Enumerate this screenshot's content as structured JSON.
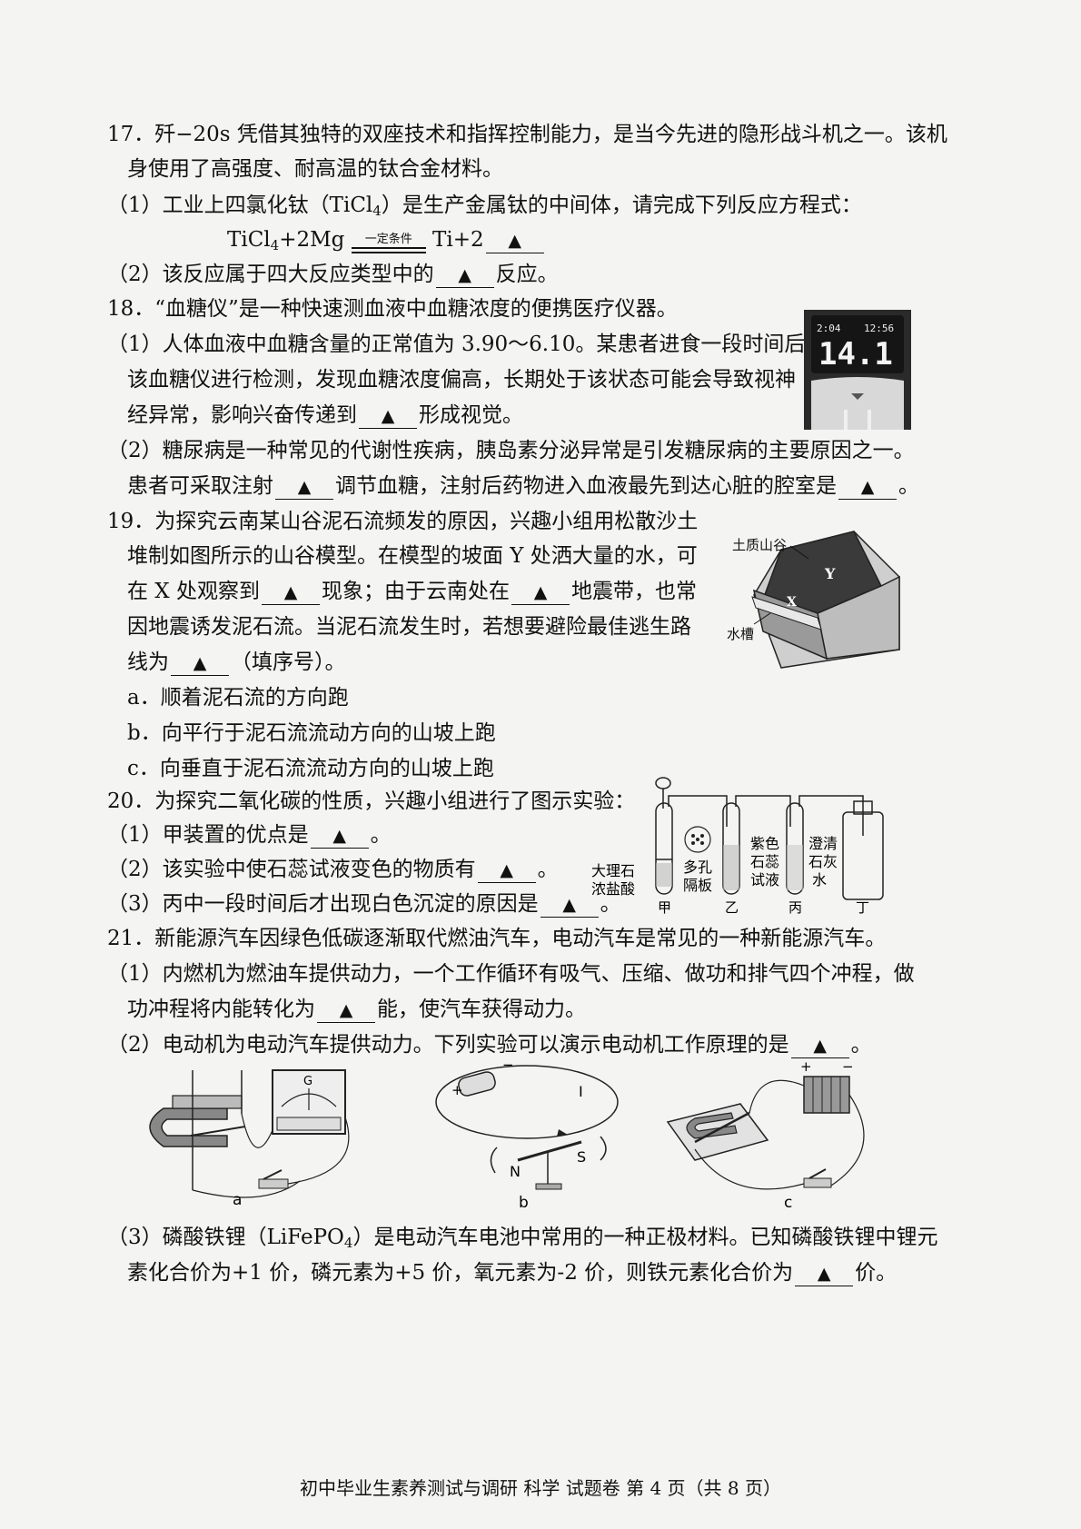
{
  "blank_mark": "▲",
  "q17": {
    "l1": "17．歼−20s 凭借其独特的双座技术和指挥控制能力，是当今先进的隐形战斗机之一。该机",
    "l2": "身使用了高强度、耐高温的钛合金材料。",
    "p1a": "（1）工业上四氯化钛（TiCl",
    "p1sub": "4",
    "p1b": "）是生产金属钛的中间体，请完成下列反应方程式：",
    "eq_left": "TiCl",
    "eq_left_sub": "4",
    "eq_left2": "+2Mg",
    "eq_cond": "一定条件",
    "eq_right": "Ti+2",
    "p2a": "（2）该反应属于四大反应类型中的",
    "p2b": "反应。"
  },
  "q18": {
    "l1": "18．“血糖仪”是一种快速测血液中血糖浓度的便携医疗仪器。",
    "p1l1": "（1）人体血液中血糖含量的正常值为 3.90～6.10。某患者进食一段时间后用",
    "p1l2": "该血糖仪进行检测，发现血糖浓度偏高，长期处于该状态可能会导致视神",
    "p1l3a": "经异常，影响兴奋传递到",
    "p1l3b": "形成视觉。",
    "p2l1": "（2）糖尿病是一种常见的代谢性疾病，胰岛素分泌异常是引发糖尿病的主要原因之一。",
    "p2l2a": "患者可采取注射",
    "p2l2b": "调节血糖，注射后药物进入血液最先到达心脏的腔室是",
    "p2l2c": "。",
    "meter_time1": "2:04",
    "meter_time2": "12:56",
    "meter_value": "14.1"
  },
  "q19": {
    "l1": "19．为探究云南某山谷泥石流频发的原因，兴趣小组用松散沙土",
    "l2": "堆制如图所示的山谷模型。在模型的坡面 Y 处洒大量的水，可",
    "l3a": "在 X 处观察到",
    "l3b": "现象；由于云南处在",
    "l3c": "地震带，也常",
    "l4": "因地震诱发泥石流。当泥石流发生时，若想要避险最佳逃生路",
    "l5a": "线为",
    "l5b": "（填序号）。",
    "opt_a": "a．顺着泥石流的方向跑",
    "opt_b": "b．向平行于泥石流流动方向的山坡上跑",
    "opt_c": "c．向垂直于泥石流流动方向的山坡上跑",
    "fig_label_valley": "土质山谷",
    "fig_label_trough": "水槽",
    "fig_label_x": "X",
    "fig_label_y": "Y"
  },
  "q20": {
    "l1": "20．为探究二氧化碳的性质，兴趣小组进行了图示实验：",
    "p1a": "（1）甲装置的优点是",
    "p1b": "。",
    "p2a": "（2）该实验中使石蕊试液变色的物质有",
    "p2b": "。",
    "p3a": "（3）丙中一段时间后才出现白色沉淀的原因是",
    "p3b": "。",
    "lab_marble1": "大理石",
    "lab_marble2": "浓盐酸",
    "lab_porous1": "多孔",
    "lab_porous2": "隔板",
    "lab_litmus1": "紫色",
    "lab_litmus2": "石蕊",
    "lab_litmus3": "试液",
    "lab_lime1": "澄清",
    "lab_lime2": "石灰",
    "lab_lime3": "水",
    "lab_jia": "甲",
    "lab_yi": "乙",
    "lab_bing": "丙",
    "lab_ding": "丁"
  },
  "q21": {
    "l1": "21．新能源汽车因绿色低碳逐渐取代燃油汽车，电动汽车是常见的一种新能源汽车。",
    "p1l1": "（1）内燃机为燃油车提供动力，一个工作循环有吸气、压缩、做功和排气四个冲程，做",
    "p1l2a": "功冲程将内能转化为",
    "p1l2b": "能，使汽车获得动力。",
    "p2a": "（2）电动机为电动汽车提供动力。下列实验可以演示电动机工作原理的是",
    "p2b": "。",
    "fig_a": "a",
    "fig_b": "b",
    "fig_c": "c",
    "fig_g": "G",
    "fig_i": "I",
    "fig_n": "N",
    "fig_s": "S",
    "fig_plus": "+",
    "fig_minus": "−",
    "p3l1a": "（3）磷酸铁锂（LiFePO",
    "p3l1sub": "4",
    "p3l1b": "）是电动汽车电池中常用的一种正极材料。已知磷酸铁锂中锂元",
    "p3l2a": "素化合价为+1 价，磷元素为+5 价，氧元素为-2 价，则铁元素化合价为",
    "p3l2b": "价。"
  },
  "footer": "初中毕业生素养测试与调研  科学  试题卷   第 4 页（共 8 页）"
}
